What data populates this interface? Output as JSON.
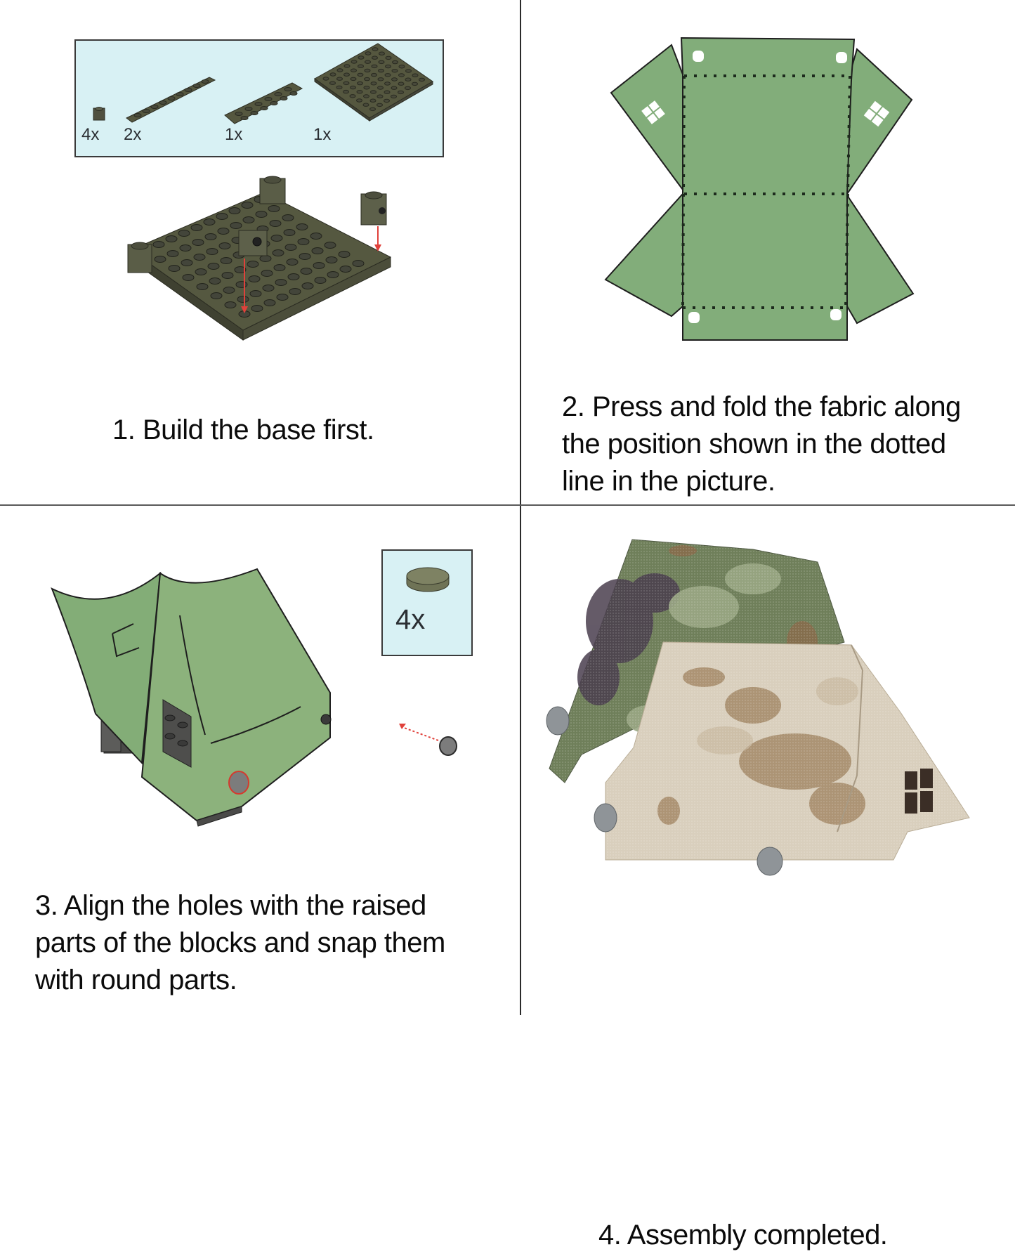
{
  "steps": [
    {
      "number": 1,
      "caption": "1. Build the base first.",
      "parts": [
        {
          "qty": "4x",
          "part": "1x1 brick"
        },
        {
          "qty": "2x",
          "part": "1x10 plate"
        },
        {
          "qty": "1x",
          "part": "2x6 plate"
        },
        {
          "qty": "1x",
          "part": "8x8 plate"
        }
      ]
    },
    {
      "number": 2,
      "caption_lines": [
        "2. Press and fold the fabric along",
        "the position shown in the dotted",
        "line in the picture."
      ]
    },
    {
      "number": 3,
      "caption_lines": [
        "3. Align the holes with the raised",
        "parts of the blocks and snap them",
        "with round parts."
      ],
      "parts": [
        {
          "qty": "4x",
          "part": "round tile"
        }
      ]
    },
    {
      "number": 4,
      "caption": "4. Assembly completed."
    }
  ],
  "colors": {
    "parts_box_bg": "#d8f1f4",
    "brick_olive": "#4d4f3e",
    "fabric_green": "#7fab73",
    "arrow_red": "#e0413b",
    "camo_tan": "#d7cbb8",
    "camo_green": "#6b7d55"
  }
}
